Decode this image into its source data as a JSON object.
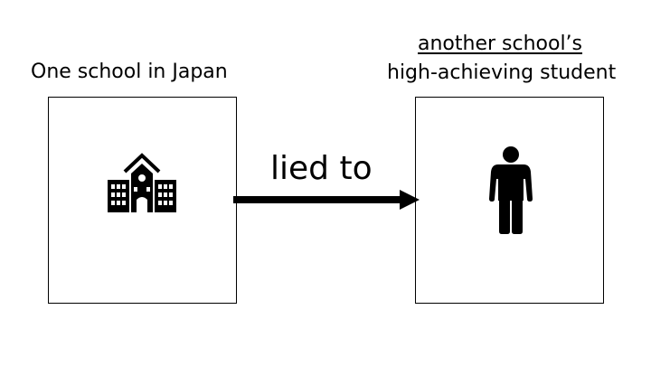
{
  "diagram": {
    "source": {
      "label": "One school in Japan",
      "icon": "school-building-icon"
    },
    "target": {
      "label_line1": "another school’s",
      "label_line2": "high-achieving student",
      "icon": "person-icon"
    },
    "relation": {
      "label": "lied to",
      "direction": "left-to-right"
    }
  },
  "colors": {
    "stroke": "#000000",
    "background": "#ffffff"
  }
}
